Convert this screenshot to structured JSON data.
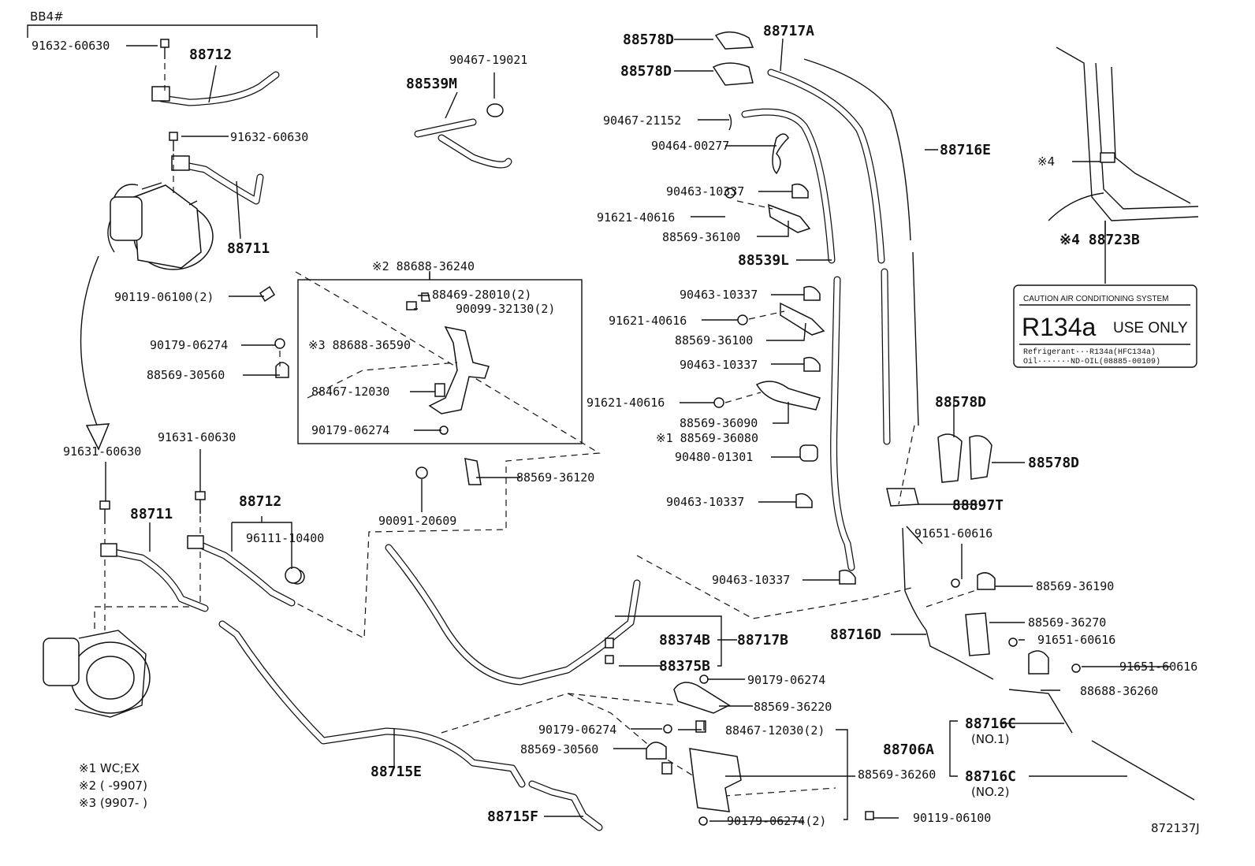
{
  "diagram": {
    "group_label": "BB4#",
    "figure_code": "872137J",
    "labels": {
      "l_91632_60630_a": "91632-60630",
      "l_88712_a": "88712",
      "l_91632_60630_b": "91632-60630",
      "l_88711_a": "88711",
      "l_90467_19021": "90467-19021",
      "l_88539m": "88539M",
      "l_88688_36240": "※2 88688-36240",
      "l_90119_06100_2": "90119-06100(2)",
      "l_88469_28010_2": "88469-28010(2)",
      "l_90099_32130_2": "90099-32130(2)",
      "l_90179_06274_a": "90179-06274",
      "l_88688_36590": "※3 88688-36590",
      "l_88569_30560_a": "88569-30560",
      "l_88467_12030_a": "88467-12030",
      "l_90179_06274_b": "90179-06274",
      "l_91631_60630_a": "91631-60630",
      "l_91631_60630_b": "91631-60630",
      "l_88711_b": "88711",
      "l_88712_b": "88712",
      "l_96111_10400": "96111-10400",
      "l_88569_36120": "88569-36120",
      "l_90091_20609": "90091-20609",
      "l_88578d_a": "88578D",
      "l_88578d_b": "88578D",
      "l_88717a": "88717A",
      "l_90467_21152": "90467-21152",
      "l_90464_00277": "90464-00277",
      "l_88716e": "88716E",
      "l_90463_10337_a": "90463-10337",
      "l_91621_40616_a": "91621-40616",
      "l_88569_36100_a": "88569-36100",
      "l_88539l": "88539L",
      "l_90463_10337_b": "90463-10337",
      "l_91621_40616_b": "91621-40616",
      "l_88569_36100_b": "88569-36100",
      "l_90463_10337_c": "90463-10337",
      "l_91621_40616_c": "91621-40616",
      "l_88569_36090": "88569-36090",
      "l_88569_36080": "※1 88569-36080",
      "l_90480_01301": "90480-01301",
      "l_90463_10337_d": "90463-10337",
      "l_90463_10337_e": "90463-10337",
      "l_88374b": "88374B",
      "l_88717b": "88717B",
      "l_88375b": "88375B",
      "l_90179_06274_c": "90179-06274",
      "l_88569_36220": "88569-36220",
      "l_90179_06274_d": "90179-06274",
      "l_88467_12030_2": "88467-12030(2)",
      "l_88569_30560_b": "88569-30560",
      "l_88715e": "88715E",
      "l_88569_36260_a": "88569-36260",
      "l_88715f": "88715F",
      "l_90179_06274_2": "90179-06274(2)",
      "l_90119_06100": "90119-06100",
      "l_88578d_c": "88578D",
      "l_88578d_d": "88578D",
      "l_88897t": "88897T",
      "l_91651_60616_a": "91651-60616",
      "l_88569_36190": "88569-36190",
      "l_88569_36270": "88569-36270",
      "l_91651_60616_b": "91651-60616",
      "l_88716d": "88716D",
      "l_91651_60616_c": "91651-60616",
      "l_88688_36260": "88688-36260",
      "l_88706a": "88706A",
      "l_88716c_1": "88716C",
      "l_no1": "(NO.1)",
      "l_88716c_2": "88716C",
      "l_no2": "(NO.2)",
      "l_x4": "※4",
      "l_88723b": "※4 88723B"
    },
    "footnotes": [
      "※1 WC;EX",
      "※2 (      -9907)",
      "※3 (9907-      )"
    ],
    "caution_label": {
      "header": "CAUTION   AIR CONDITIONING SYSTEM",
      "main": "R134a",
      "side": "USE ONLY",
      "line1": "Refrigerant···R134a(HFC134a)",
      "line2": "Oil·······ND-OIL(08885-00109)"
    }
  }
}
